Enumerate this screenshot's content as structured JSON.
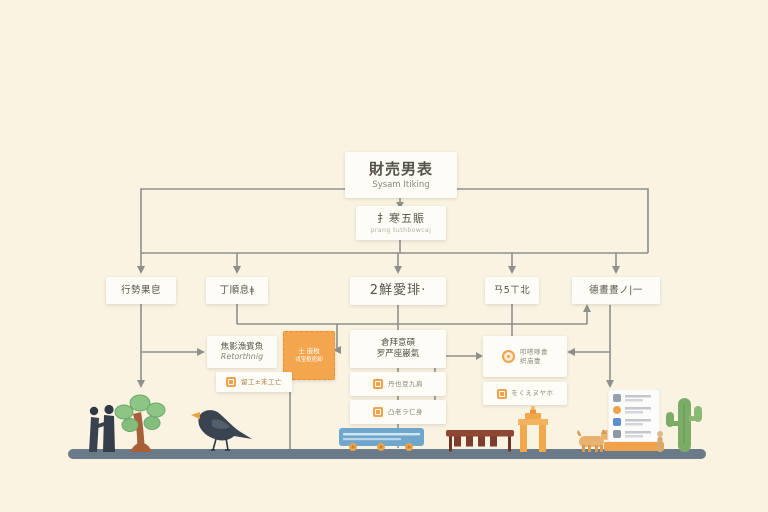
{
  "meta": {
    "type": "flowchart-infographic",
    "note": "stylized org/flow diagram with illegible pseudo-CJK generated text and flat scene illustrations"
  },
  "colors": {
    "background": "#FAF3E2",
    "box": "#FDFCF6",
    "line": "#8F8F8C",
    "accent_orange": "#F2A54D",
    "ground": "#6B7A88",
    "blue_icon": "#5C8FD4"
  },
  "diagram": {
    "root": {
      "title": "財売男表",
      "subtitle": "Sysam Itiking"
    },
    "secondary": {
      "title": "扌寒五賑",
      "subtitle": "prang tuthbowcaj"
    },
    "level1": [
      {
        "label": "行勢果皀"
      },
      {
        "label": "丁順息ǂ"
      },
      {
        "label": "2鮮愛琲·"
      },
      {
        "label": "ㄢ5ㄒ北"
      },
      {
        "label": "德畫晝ノ|一"
      }
    ],
    "detail": {
      "retort": {
        "title": "焦影漁賓魚",
        "subtitle": "Retorthnig"
      },
      "orange": {
        "line1": "士 嵌枚",
        "line2": "戎宝枢密卸"
      },
      "tag": {
        "label": "留工±末工亡"
      },
      "center": {
        "line1": "倉拜意碩",
        "line2": "罗严座巌氣",
        "item1": "丹也豆九肩",
        "item2": "凸老ラ仁身"
      },
      "right": {
        "line1": "叩嗒嚀畣",
        "line2": "织庙壹",
        "item": "をくえヌヤホ"
      }
    }
  },
  "scene": {
    "ground_color": "#6B7A88",
    "objects": [
      "two-people-talking",
      "tree",
      "crow",
      "blue-bus",
      "bench",
      "orange-monument",
      "dog",
      "info-kiosk",
      "cactus",
      "small-figure"
    ]
  }
}
